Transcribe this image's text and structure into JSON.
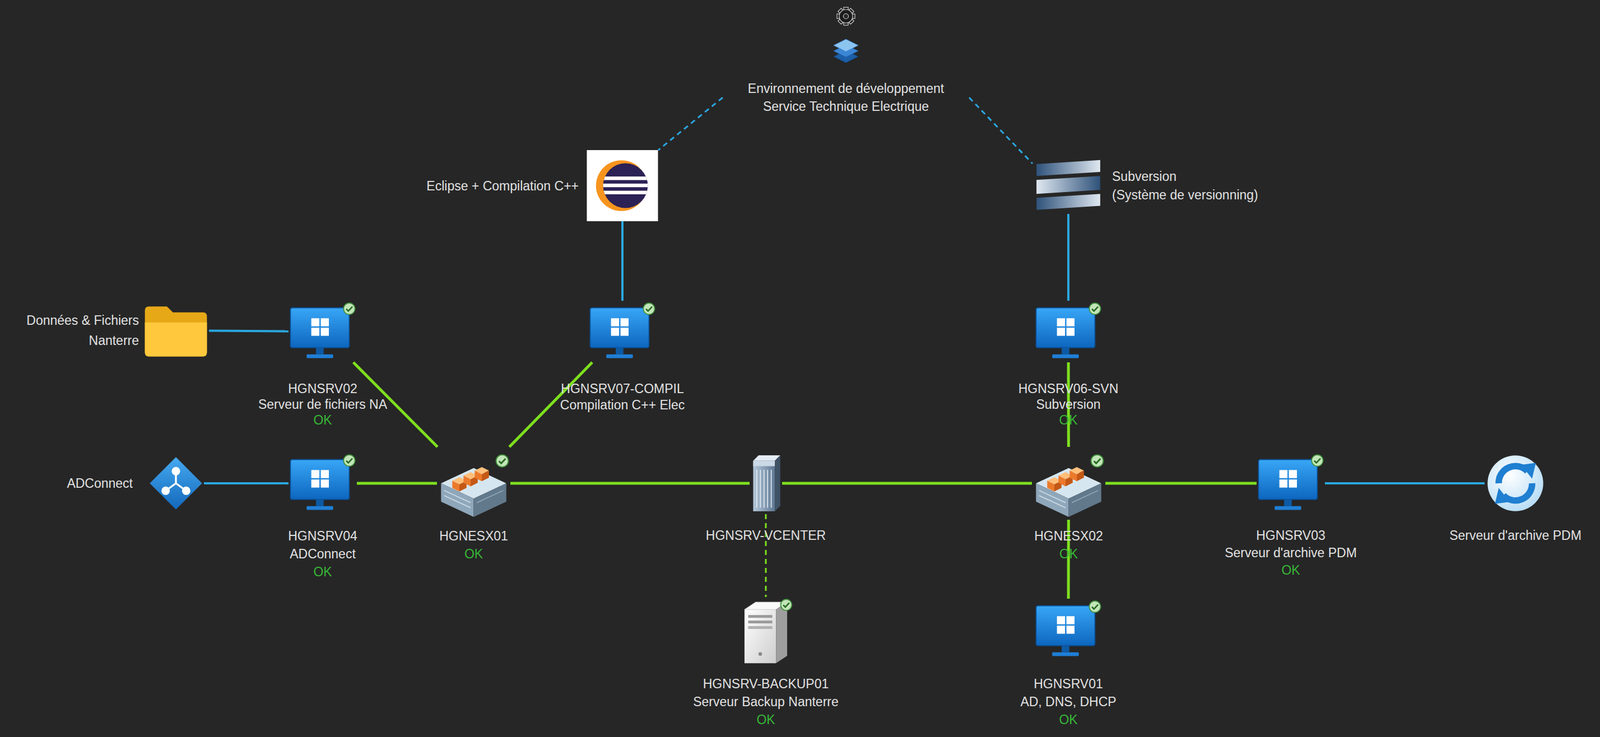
{
  "diagram": {
    "nodes": [
      {
        "text": [
          "Environnement de développement Service Technique Electrique"
        ]
      },
      {
        "text": [
          "Eclipse + Compilation C++"
        ]
      },
      {
        "text": [
          "Subversion",
          "(Système de versionning)"
        ]
      },
      {
        "text": [
          "Données & Fichiers Nanterre"
        ]
      },
      {
        "text": [
          "HGNSRV02",
          "Serveur de fichiers NA",
          "OK"
        ]
      },
      {
        "text": [
          "HGNSRV07-COMPIL",
          "Compilation C++ Elec"
        ]
      },
      {
        "text": [
          "HGNSRV06-SVN",
          "Subversion",
          "OK"
        ]
      },
      {
        "text": [
          "ADConnect"
        ]
      },
      {
        "text": [
          "HGNSRV04",
          "ADConnect",
          "OK"
        ]
      },
      {
        "text": [
          "HGNESX01",
          "OK"
        ]
      },
      {
        "text": [
          "HGNSRV-VCENTER"
        ]
      },
      {
        "text": [
          "HGNESX02",
          "OK"
        ]
      },
      {
        "text": [
          "HGNSRV03",
          "Serveur d'archive PDM",
          "OK"
        ]
      },
      {
        "text": [
          "Serveur d'archive PDM"
        ]
      },
      {
        "text": [
          "HGNSRV-BACKUP01",
          "Serveur Backup Nanterre",
          "OK"
        ]
      },
      {
        "text": [
          "HGNSRV01",
          "AD, DNS, DHCP",
          "OK"
        ]
      }
    ],
    "edges": [
      {
        "from": 0,
        "to": 1,
        "arrow": "none"
      },
      {
        "from": 0,
        "to": 2,
        "arrow": "none"
      },
      {
        "from": 1,
        "to": 5,
        "arrow": "none"
      },
      {
        "from": 2,
        "to": 6,
        "arrow": "none"
      },
      {
        "from": 3,
        "to": 4,
        "arrow": "none"
      },
      {
        "from": 4,
        "to": 9,
        "arrow": "none"
      },
      {
        "from": 5,
        "to": 9,
        "arrow": "none"
      },
      {
        "from": 6,
        "to": 11,
        "arrow": "none"
      },
      {
        "from": 7,
        "to": 8,
        "arrow": "none"
      },
      {
        "from": 8,
        "to": 9,
        "arrow": "none"
      },
      {
        "from": 9,
        "to": 10,
        "arrow": "none"
      },
      {
        "from": 10,
        "to": 11,
        "arrow": "none"
      },
      {
        "from": 11,
        "to": 12,
        "arrow": "none"
      },
      {
        "from": 12,
        "to": 13,
        "arrow": "none"
      },
      {
        "from": 10,
        "to": 14,
        "arrow": "none"
      },
      {
        "from": 11,
        "to": 15,
        "arrow": "none"
      }
    ]
  }
}
